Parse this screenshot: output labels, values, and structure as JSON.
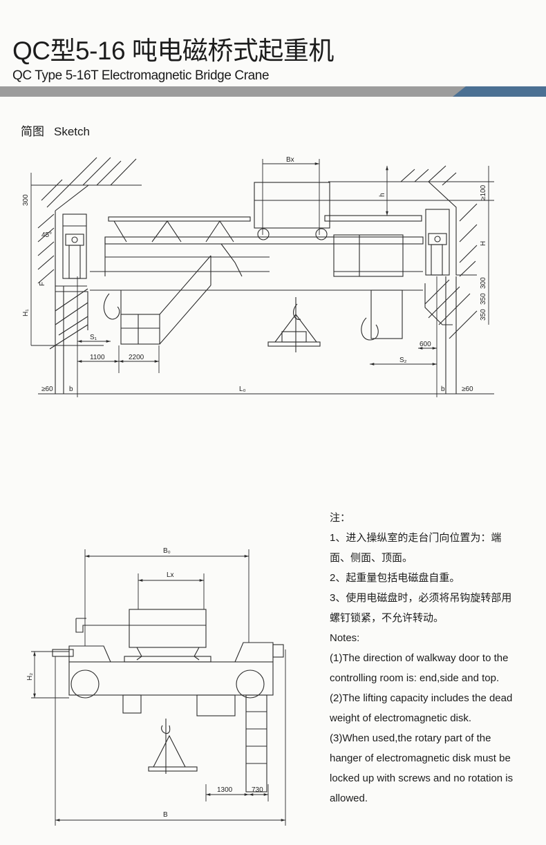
{
  "header": {
    "title": "QC型5-16 吨电磁桥式起重机",
    "subtitle": "QC Type 5-16T Electromagnetic Bridge Crane",
    "band_colors": {
      "grey": "#9c9c9c",
      "blue": "#4b7093"
    }
  },
  "sketch_label": {
    "zh": "简图",
    "en": "Sketch"
  },
  "drawing1": {
    "labels": {
      "bx": "Bx",
      "h": "h",
      "gte100": "≥100",
      "H": "H",
      "d300r": "300",
      "d350a": "350",
      "d350b": "350",
      "d300l": "300",
      "angle": "45°",
      "F": "F",
      "H1": "H₁",
      "S1": "S₁",
      "d1100": "1100",
      "d2200": "2200",
      "d600": "600",
      "S2": "S₂",
      "gte60l": "≥60",
      "bl": "b",
      "L0": "L₀",
      "br": "b",
      "gte60r": "≥60"
    }
  },
  "drawing2": {
    "labels": {
      "B0": "B₀",
      "Lx": "Lx",
      "H2": "H₂",
      "d1300": "1300",
      "d730": "730",
      "B": "B"
    }
  },
  "notes": {
    "heading": "注：",
    "zh": [
      "1、进入操纵室的走台门向位置为：端面、侧面、顶面。",
      "2、起重量包括电磁盘自重。",
      "3、使用电磁盘时，必须将吊钩旋转部用螺钉锁紧，不允许转动。"
    ],
    "en_heading": "Notes:",
    "en": [
      "(1)The direction of walkway door to the controlling room is: end,side and top.",
      "(2)The lifting capacity includes the dead weight of electromagnetic disk.",
      "(3)When used,the rotary part of the hanger of electromagnetic disk must be locked up with screws and no rotation is allowed."
    ]
  }
}
